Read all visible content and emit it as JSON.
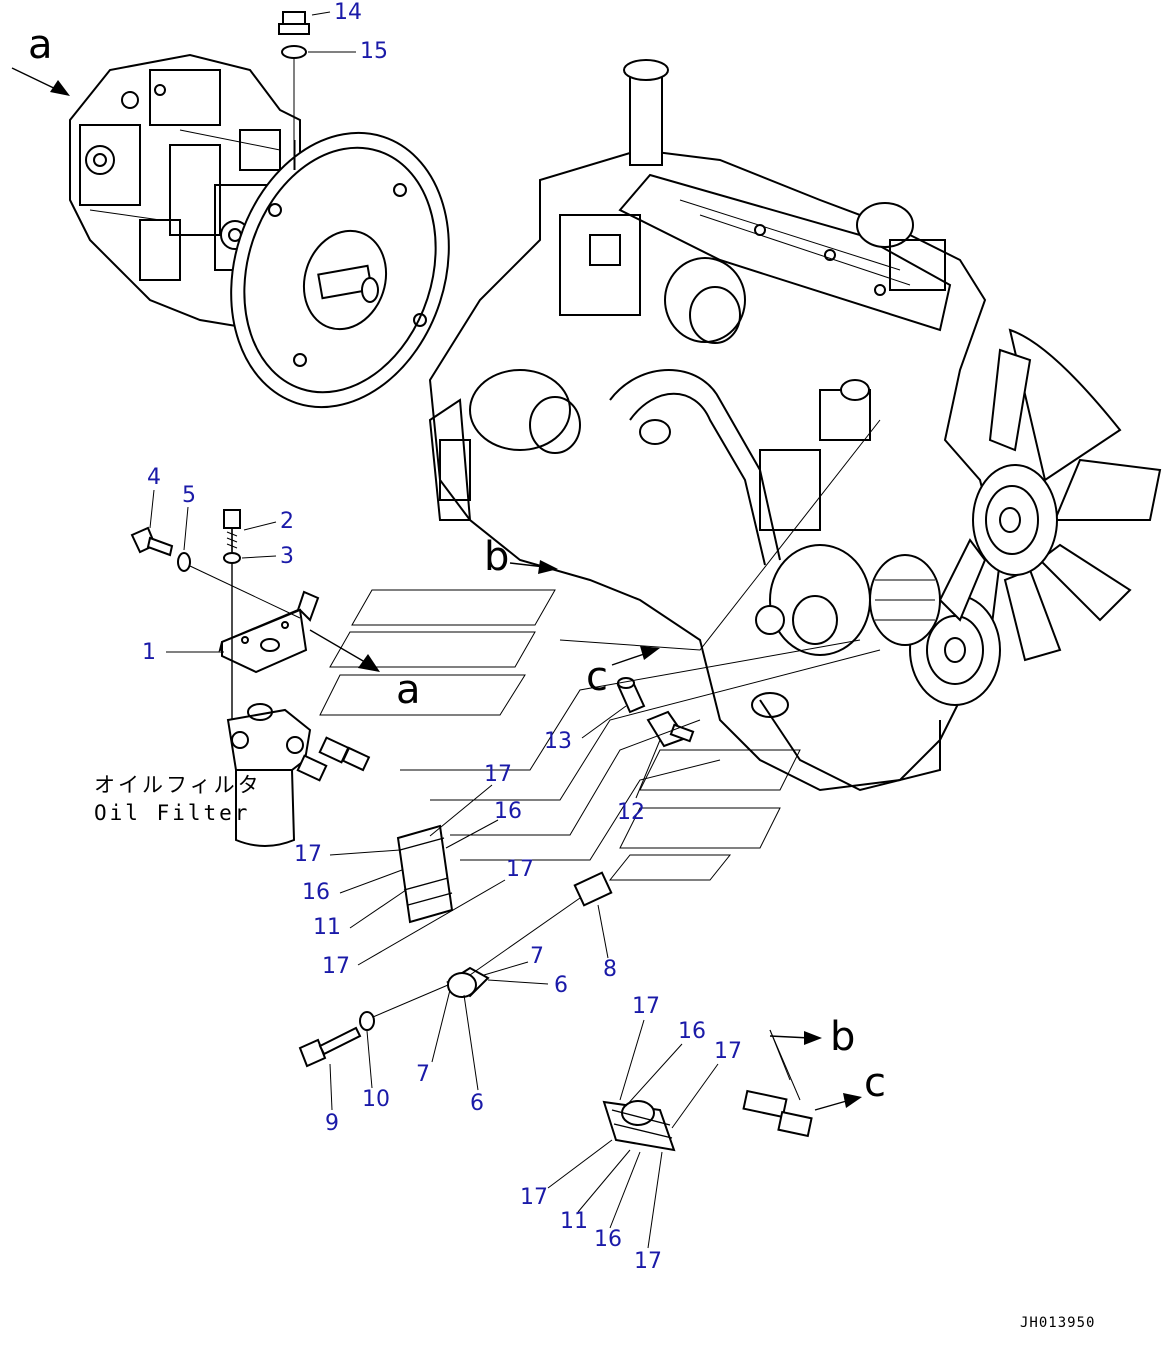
{
  "callouts": [
    {
      "id": "c14",
      "text": "14"
    },
    {
      "id": "c15",
      "text": "15"
    },
    {
      "id": "c4",
      "text": "4"
    },
    {
      "id": "c5",
      "text": "5"
    },
    {
      "id": "c2",
      "text": "2"
    },
    {
      "id": "c3",
      "text": "3"
    },
    {
      "id": "c1",
      "text": "1"
    },
    {
      "id": "c13",
      "text": "13"
    },
    {
      "id": "c12",
      "text": "12"
    },
    {
      "id": "c17a",
      "text": "17"
    },
    {
      "id": "c16a",
      "text": "16"
    },
    {
      "id": "c17b",
      "text": "17"
    },
    {
      "id": "c16b",
      "text": "16"
    },
    {
      "id": "c11a",
      "text": "11"
    },
    {
      "id": "c17c",
      "text": "17"
    },
    {
      "id": "c17d",
      "text": "17"
    },
    {
      "id": "c7a",
      "text": "7"
    },
    {
      "id": "c6a",
      "text": "6"
    },
    {
      "id": "c8",
      "text": "8"
    },
    {
      "id": "c7b",
      "text": "7"
    },
    {
      "id": "c6b",
      "text": "6"
    },
    {
      "id": "c10",
      "text": "10"
    },
    {
      "id": "c9",
      "text": "9"
    },
    {
      "id": "c17e",
      "text": "17"
    },
    {
      "id": "c16c",
      "text": "16"
    },
    {
      "id": "c17f",
      "text": "17"
    },
    {
      "id": "c17g",
      "text": "17"
    },
    {
      "id": "c11b",
      "text": "11"
    },
    {
      "id": "c16d",
      "text": "16"
    },
    {
      "id": "c17h",
      "text": "17"
    }
  ],
  "view_markers": {
    "a_top": "a",
    "a_bracket": "a",
    "b_engine": "b",
    "b_hose": "b",
    "c_engine": "c",
    "c_hose": "c"
  },
  "oil_filter_label": {
    "jp": "オイルフィルタ",
    "en": "Oil Filter"
  },
  "drawing_code": "JH013950",
  "colors": {
    "callout_text": "#1a1aa8",
    "linework": "#000000",
    "background": "#ffffff"
  }
}
